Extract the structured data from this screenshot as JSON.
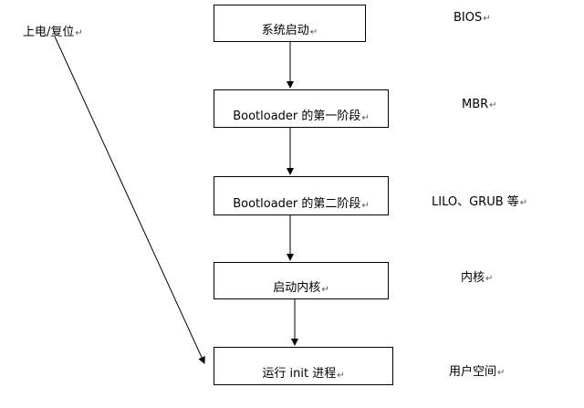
{
  "start_label": "上电/复位",
  "return_mark": "↵",
  "stages": [
    {
      "box": "系统启动",
      "note": "BIOS"
    },
    {
      "box": "Bootloader 的第一阶段",
      "note": "MBR"
    },
    {
      "box": "Bootloader 的第二阶段",
      "note": "LILO、GRUB 等"
    },
    {
      "box": "启动内核",
      "note": "内核"
    },
    {
      "box": "运行 init 进程",
      "note": "用户空间"
    }
  ]
}
